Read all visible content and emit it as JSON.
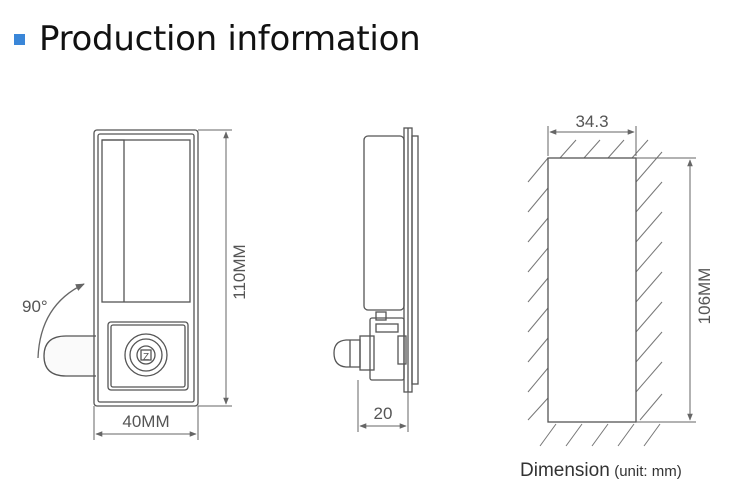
{
  "header": {
    "title": "Production information",
    "accent_color": "#3a86d8"
  },
  "front_view": {
    "angle_label": "90°",
    "height_label": "110MM",
    "width_label": "40MM"
  },
  "side_view": {
    "depth_label": "20"
  },
  "cutout_view": {
    "width_label": "34.3",
    "height_label": "106MM"
  },
  "caption": {
    "main": "Dimension",
    "unit": "(unit:  mm)"
  }
}
